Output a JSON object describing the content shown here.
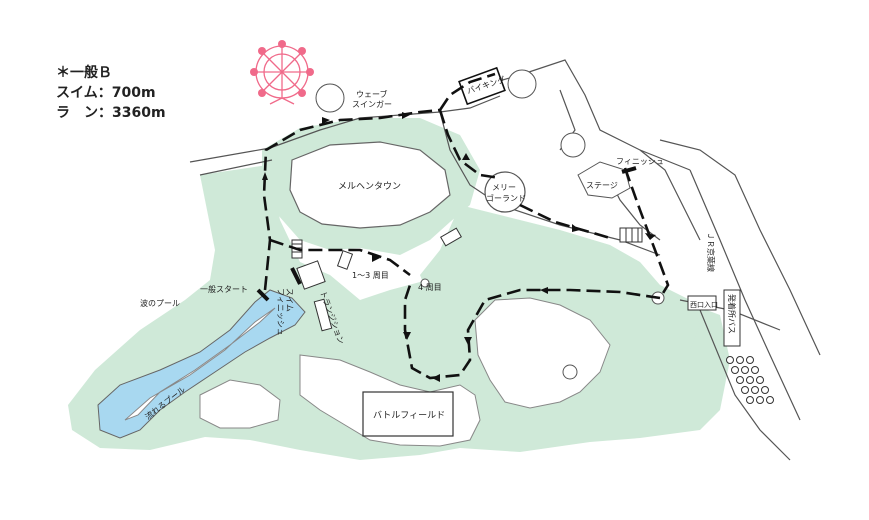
{
  "legend": {
    "category": "＊一般Ｂ",
    "swim": "スイム：700m",
    "run": "ラ　ン：3360m"
  },
  "labels": {
    "wave_swinger": [
      "ウェーブ",
      "スインガー"
    ],
    "viking": "バイキング",
    "marchen_town": "メルヘンタウン",
    "merry_go_round": [
      "メリー",
      "ゴーランド"
    ],
    "finish": "フィニッシュ",
    "stage": "ステージ",
    "laps_1_3": "1～3 周目",
    "lap_4": "4 周目",
    "general_start": "一般スタート",
    "wave_pool": "波のプール",
    "swim_finish": [
      "スイム",
      "フィニッシュ"
    ],
    "transition": "トランジション",
    "lazy_river": "流れるプール",
    "battle_field": "バトルフィールド",
    "west_gate": "西口入口",
    "jr_line": "ＪＲ京葉線",
    "bus_stop": "発着所バス"
  },
  "colors": {
    "park_green": "#cfe9d8",
    "pool_blue": "#a8d8f0",
    "route_black": "#111111",
    "ferris_pink": "#f06a8a",
    "outline": "#444444"
  },
  "icons": [
    "ferris-wheel-icon",
    "route-arrow-icon",
    "stairs-icon",
    "bus-lot-icon"
  ]
}
